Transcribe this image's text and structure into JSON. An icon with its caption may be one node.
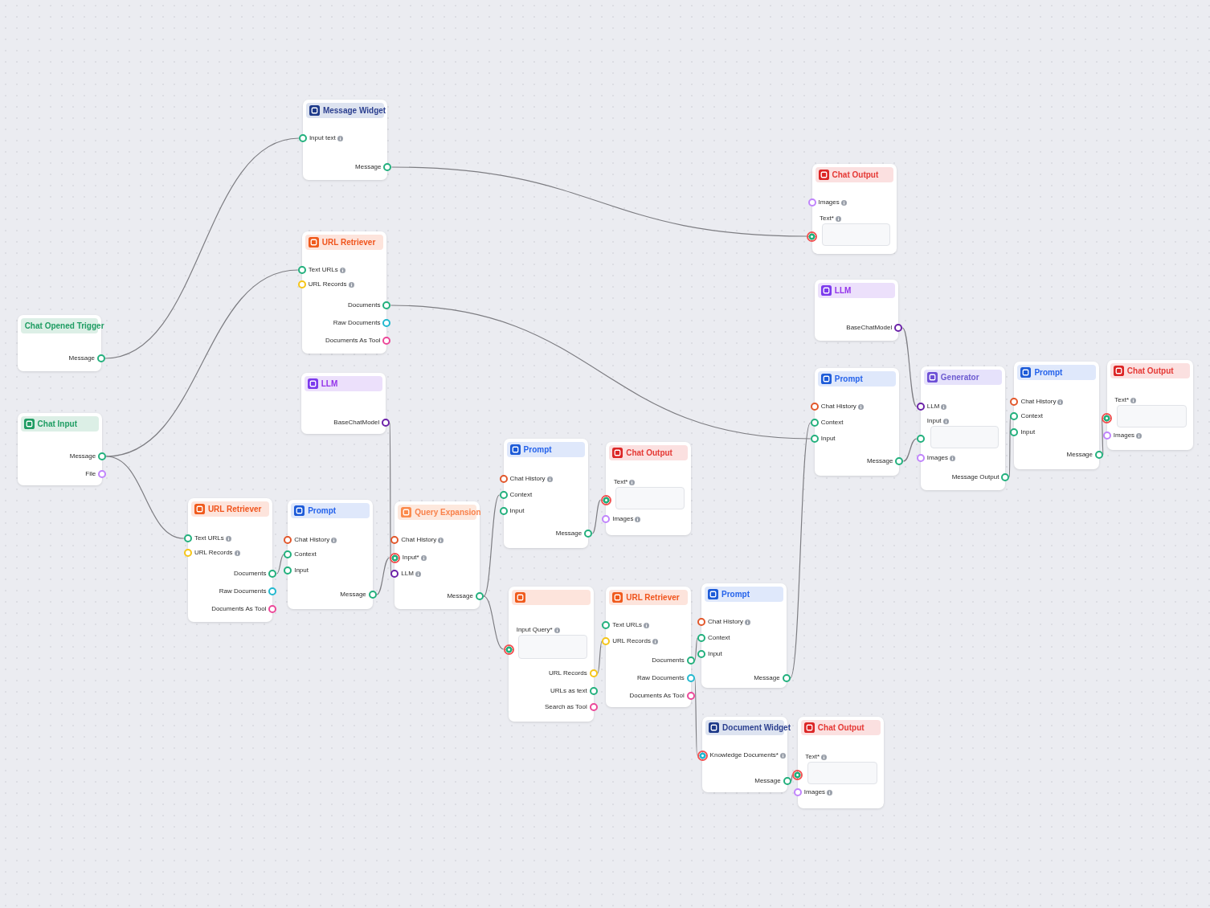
{
  "diagram": {
    "nodes": [
      {
        "text": [
          "Chat Opened Trigger"
        ]
      },
      {
        "text": [
          "Message"
        ],
        "in": 0
      },
      {
        "text": [
          "Chat Input"
        ]
      },
      {
        "text": [
          "Message"
        ],
        "in": 2
      },
      {
        "text": [
          "File"
        ],
        "in": 2
      },
      {
        "text": [
          "Message Widget"
        ]
      },
      {
        "text": [
          "Input text"
        ],
        "in": 5
      },
      {
        "text": [
          "Message"
        ],
        "in": 5
      },
      {
        "text": [
          "URL Retriever"
        ]
      },
      {
        "text": [
          "Text URLs"
        ],
        "in": 8
      },
      {
        "text": [
          "URL Records"
        ],
        "in": 8
      },
      {
        "text": [
          "Documents"
        ],
        "in": 8
      },
      {
        "text": [
          "Raw Documents"
        ],
        "in": 8
      },
      {
        "text": [
          "Documents As Tool"
        ],
        "in": 8
      },
      {
        "text": [
          "LLM"
        ]
      },
      {
        "text": [
          "BaseChatModel"
        ],
        "in": 14
      },
      {
        "text": [
          "URL Retriever"
        ]
      },
      {
        "text": [
          "Text URLs"
        ],
        "in": 16
      },
      {
        "text": [
          "URL Records"
        ],
        "in": 16
      },
      {
        "text": [
          "Documents"
        ],
        "in": 16
      },
      {
        "text": [
          "Raw Documents"
        ],
        "in": 16
      },
      {
        "text": [
          "Documents As Tool"
        ],
        "in": 16
      },
      {
        "text": [
          "Prompt"
        ]
      },
      {
        "text": [
          "Chat History"
        ],
        "in": 22
      },
      {
        "text": [
          "Context"
        ],
        "in": 22
      },
      {
        "text": [
          "Input"
        ],
        "in": 22
      },
      {
        "text": [
          "Message"
        ],
        "in": 22
      },
      {
        "text": [
          "Query Expansion"
        ]
      },
      {
        "text": [
          "Chat History"
        ],
        "in": 27
      },
      {
        "text": [
          "Input*"
        ],
        "in": 27
      },
      {
        "text": [
          "LLM"
        ],
        "in": 27
      },
      {
        "text": [
          "Message"
        ],
        "in": 27
      },
      {
        "text": [
          "Prompt"
        ]
      },
      {
        "text": [
          "Chat History"
        ],
        "in": 32
      },
      {
        "text": [
          "Context"
        ],
        "in": 32
      },
      {
        "text": [
          "Input"
        ],
        "in": 32
      },
      {
        "text": [
          "Message"
        ],
        "in": 32
      },
      {
        "text": [
          "Chat Output"
        ]
      },
      {
        "text": [
          "Text*"
        ],
        "in": 37
      },
      {
        "text": [
          "Images"
        ],
        "in": 37
      },
      {
        "text": [],
        "shape": "box"
      },
      {
        "text": [
          "Input Query*"
        ],
        "in": 40
      },
      {
        "text": [
          "URL Records"
        ],
        "in": 40
      },
      {
        "text": [
          "URLs as text"
        ],
        "in": 40
      },
      {
        "text": [
          "Search as Tool"
        ],
        "in": 40
      },
      {
        "text": [
          "URL Retriever"
        ]
      },
      {
        "text": [
          "Text URLs"
        ],
        "in": 45
      },
      {
        "text": [
          "URL Records"
        ],
        "in": 45
      },
      {
        "text": [
          "Documents"
        ],
        "in": 45
      },
      {
        "text": [
          "Raw Documents"
        ],
        "in": 45
      },
      {
        "text": [
          "Documents As Tool"
        ],
        "in": 45
      },
      {
        "text": [
          "Prompt"
        ]
      },
      {
        "text": [
          "Chat History"
        ],
        "in": 51
      },
      {
        "text": [
          "Context"
        ],
        "in": 51
      },
      {
        "text": [
          "Input"
        ],
        "in": 51
      },
      {
        "text": [
          "Message"
        ],
        "in": 51
      },
      {
        "text": [
          "Document Widget"
        ]
      },
      {
        "text": [
          "Knowledge Documents*"
        ],
        "in": 56
      },
      {
        "text": [
          "Message"
        ],
        "in": 56
      },
      {
        "text": [
          "Chat Output"
        ]
      },
      {
        "text": [
          "Text*"
        ],
        "in": 59
      },
      {
        "text": [
          "Images"
        ],
        "in": 59
      },
      {
        "text": [
          "Chat Output"
        ]
      },
      {
        "text": [
          "Images"
        ],
        "in": 62
      },
      {
        "text": [
          "Text*"
        ],
        "in": 62
      },
      {
        "text": [
          "LLM"
        ]
      },
      {
        "text": [
          "BaseChatModel"
        ],
        "in": 65
      },
      {
        "text": [
          "Prompt"
        ]
      },
      {
        "text": [
          "Chat History"
        ],
        "in": 67
      },
      {
        "text": [
          "Context"
        ],
        "in": 67
      },
      {
        "text": [
          "Input"
        ],
        "in": 67
      },
      {
        "text": [
          "Message"
        ],
        "in": 67
      },
      {
        "text": [
          "Generator"
        ]
      },
      {
        "text": [
          "LLM"
        ],
        "in": 72
      },
      {
        "text": [
          "Input"
        ],
        "in": 72
      },
      {
        "text": [
          "Images"
        ],
        "in": 72
      },
      {
        "text": [
          "Message Output"
        ],
        "in": 72
      },
      {
        "text": [
          "Prompt"
        ]
      },
      {
        "text": [
          "Chat History"
        ],
        "in": 77
      },
      {
        "text": [
          "Context"
        ],
        "in": 77
      },
      {
        "text": [
          "Input"
        ],
        "in": 77
      },
      {
        "text": [
          "Message"
        ],
        "in": 77
      },
      {
        "text": [
          "Chat Output"
        ]
      },
      {
        "text": [
          "Text*"
        ],
        "in": 82
      },
      {
        "text": [
          "Images"
        ],
        "in": 82
      }
    ],
    "edges": [
      {
        "from": 1,
        "to": 6,
        "arrow": "none"
      },
      {
        "from": 3,
        "to": 9,
        "arrow": "none"
      },
      {
        "from": 3,
        "to": 17,
        "arrow": "none"
      },
      {
        "from": 7,
        "to": 64,
        "arrow": "none"
      },
      {
        "from": 11,
        "to": 70,
        "arrow": "none"
      },
      {
        "from": 15,
        "to": 30,
        "arrow": "none"
      },
      {
        "from": 19,
        "to": 24,
        "arrow": "none"
      },
      {
        "from": 26,
        "to": 29,
        "arrow": "none"
      },
      {
        "from": 31,
        "to": 34,
        "arrow": "none"
      },
      {
        "from": 31,
        "to": 41,
        "arrow": "none"
      },
      {
        "from": 36,
        "to": 38,
        "arrow": "none"
      },
      {
        "from": 42,
        "to": 47,
        "arrow": "none"
      },
      {
        "from": 48,
        "to": 53,
        "arrow": "none"
      },
      {
        "from": 49,
        "to": 57,
        "arrow": "none"
      },
      {
        "from": 55,
        "to": 69,
        "arrow": "none"
      },
      {
        "from": 58,
        "to": 60,
        "arrow": "none"
      },
      {
        "from": 66,
        "to": 73,
        "arrow": "none"
      },
      {
        "from": 71,
        "to": 74,
        "arrow": "none"
      },
      {
        "from": 76,
        "to": 79,
        "arrow": "none"
      },
      {
        "from": 81,
        "to": 83,
        "arrow": "none"
      }
    ]
  }
}
